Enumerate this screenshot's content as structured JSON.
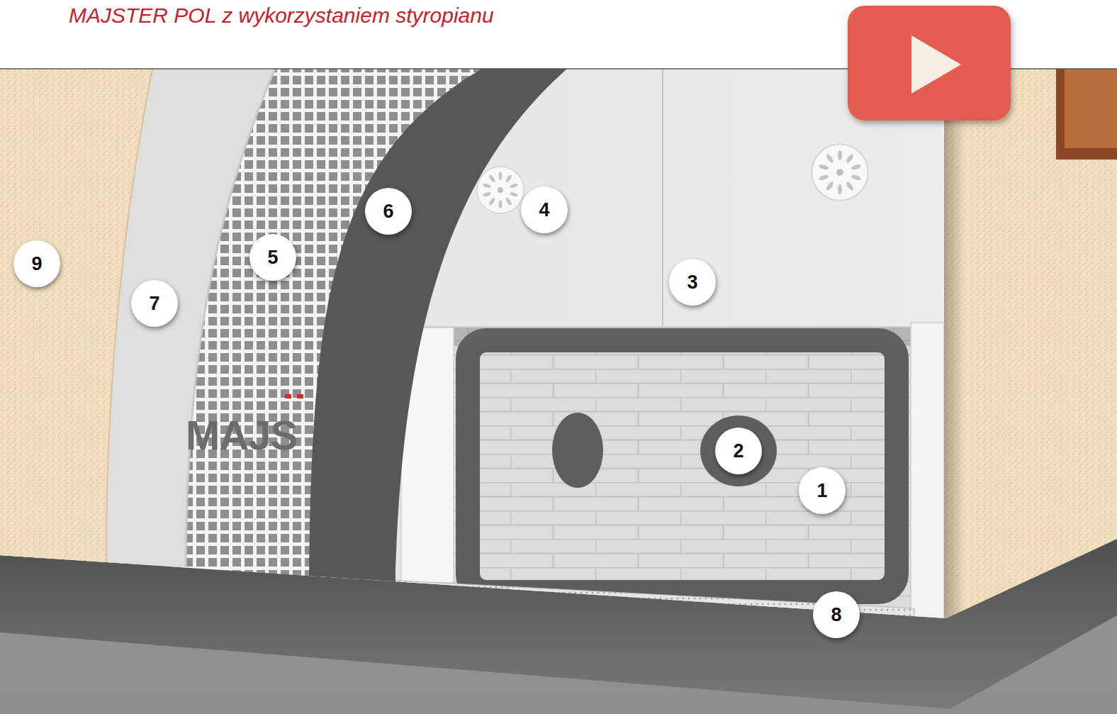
{
  "diagram": {
    "title": "MAJSTER POL z wykorzystaniem styropianu",
    "labels": [
      "1",
      "2",
      "3",
      "4",
      "5",
      "6",
      "7",
      "8",
      "9",
      "MAJS"
    ]
  }
}
